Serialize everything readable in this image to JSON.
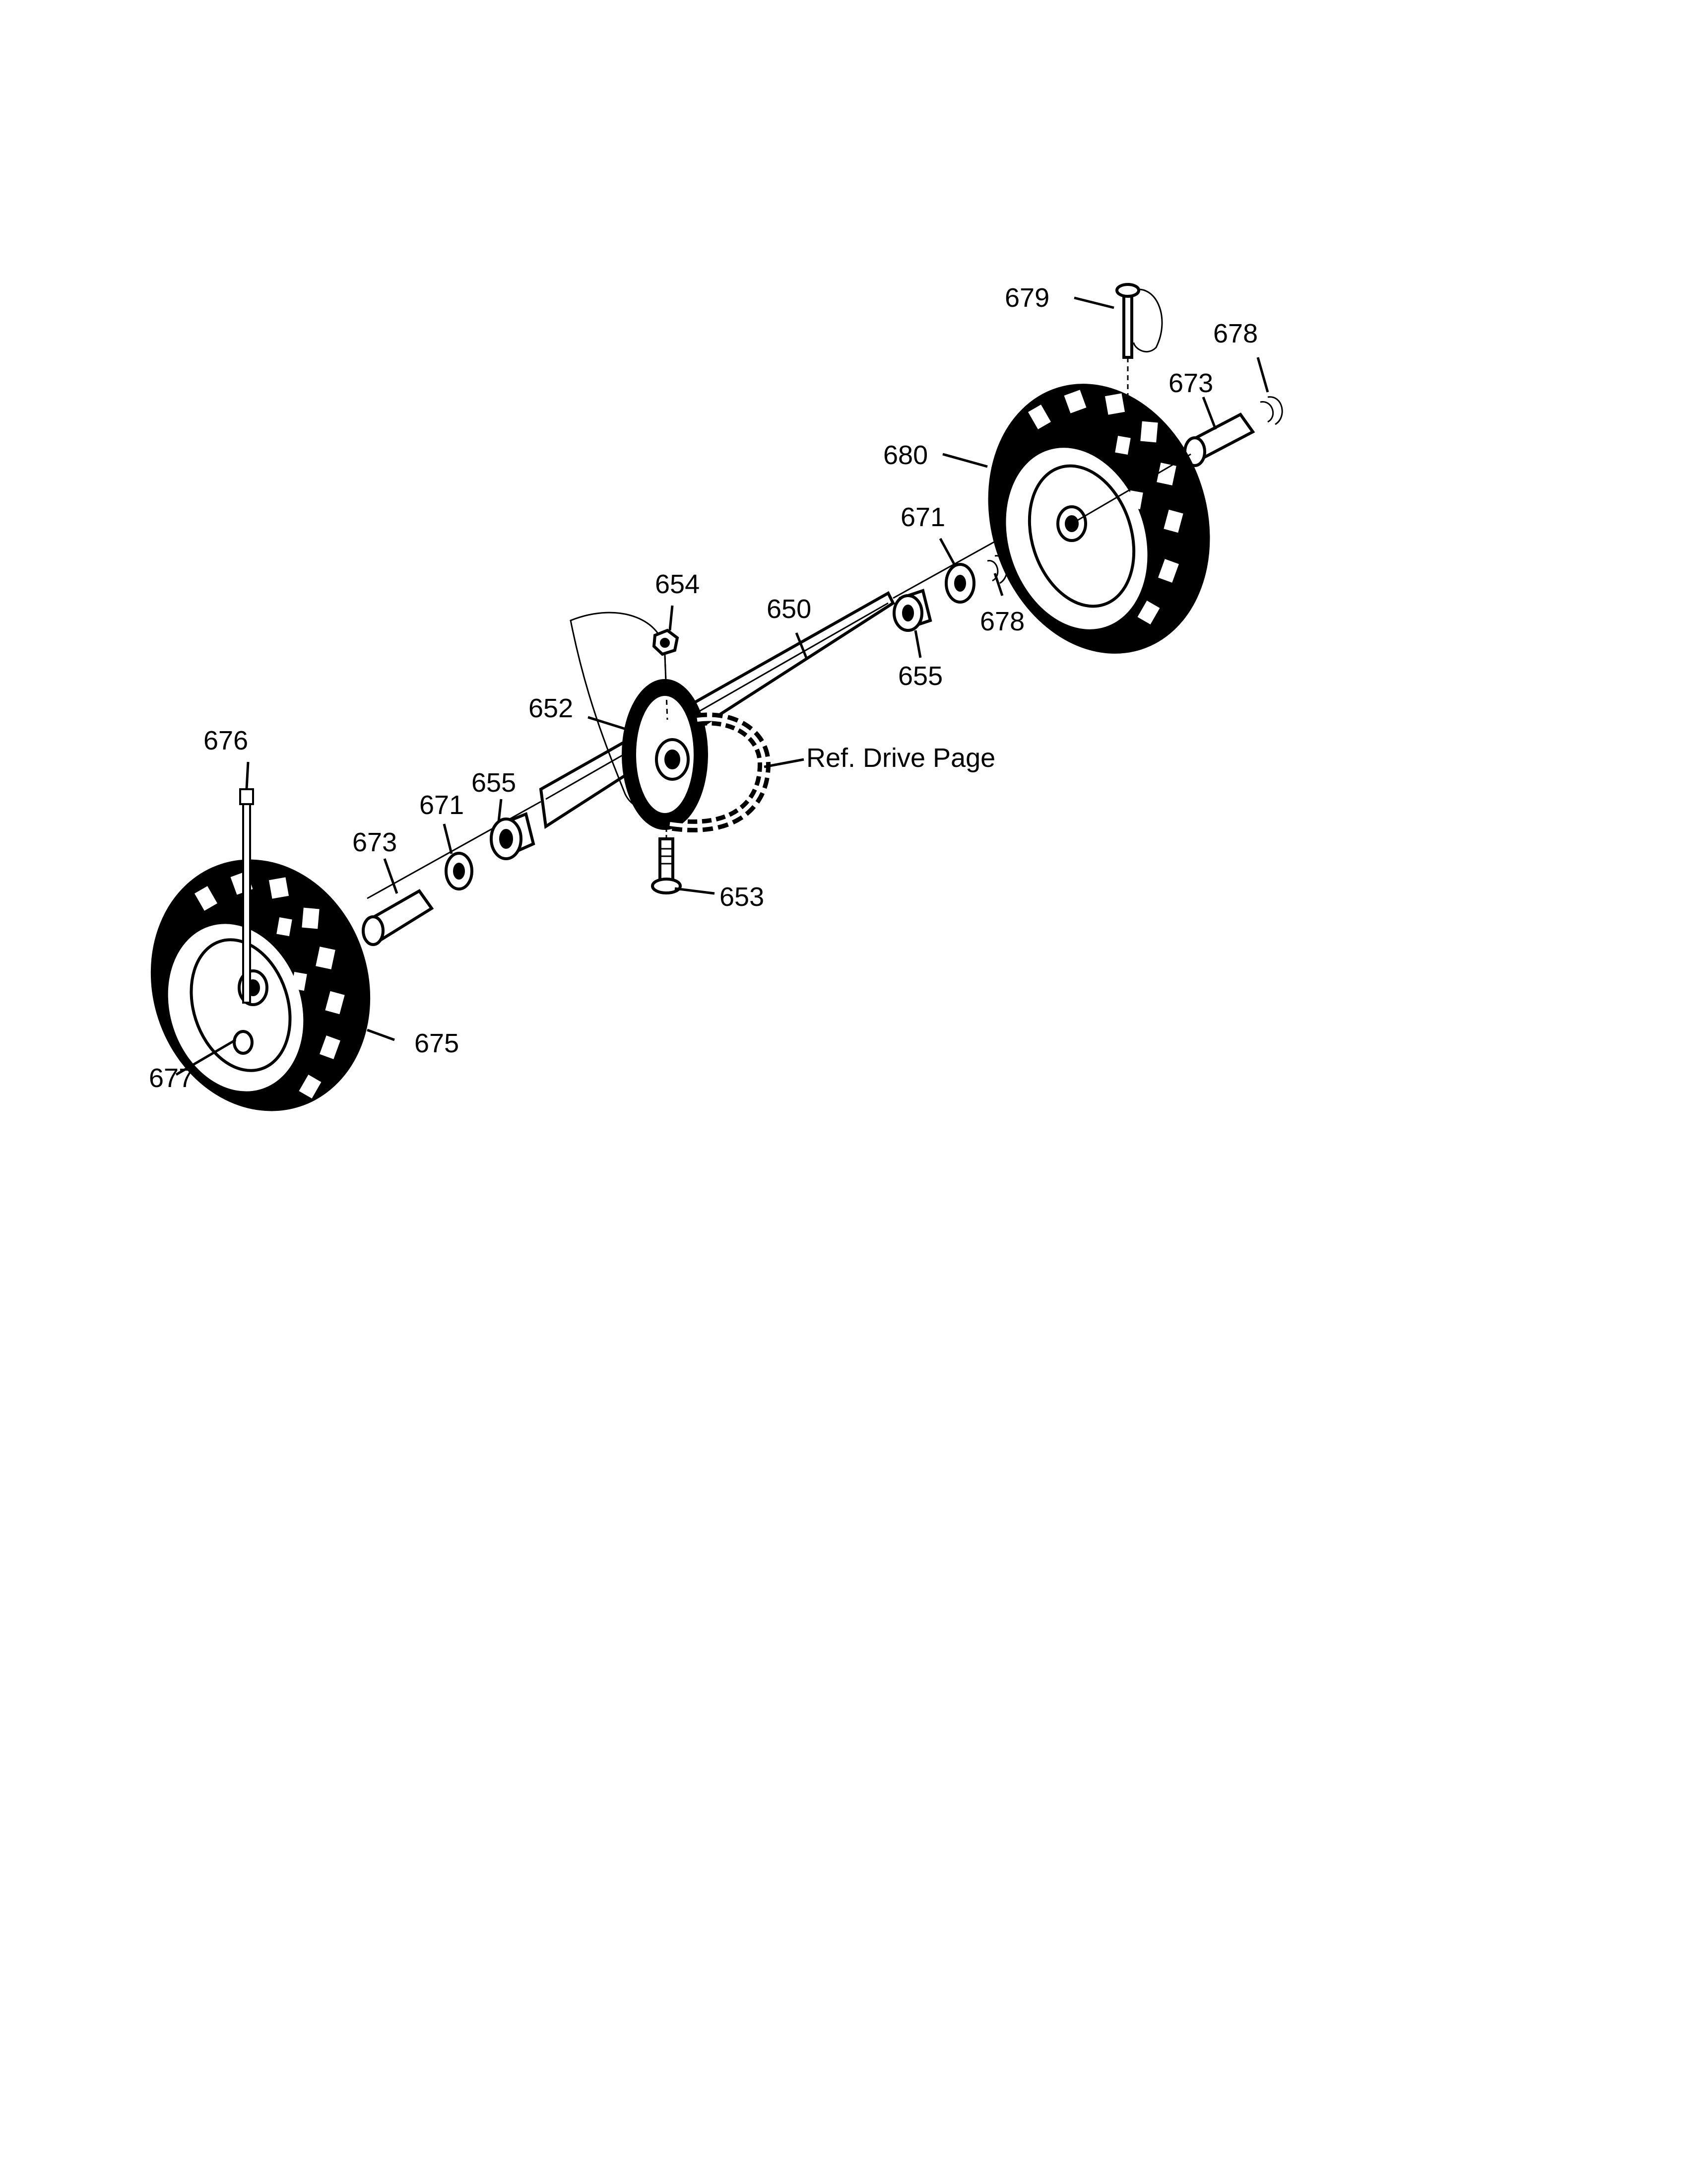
{
  "labels": {
    "p650": "650",
    "p652": "652",
    "p653": "653",
    "p654": "654",
    "p655_left": "655",
    "p655_right": "655",
    "p671_left": "671",
    "p671_right": "671",
    "p673_left": "673",
    "p673_right": "673",
    "p675": "675",
    "p676": "676",
    "p677": "677",
    "p678_top": "678",
    "p678_mid": "678",
    "p679": "679",
    "p680": "680",
    "ref_drive": "Ref. Drive Page"
  }
}
